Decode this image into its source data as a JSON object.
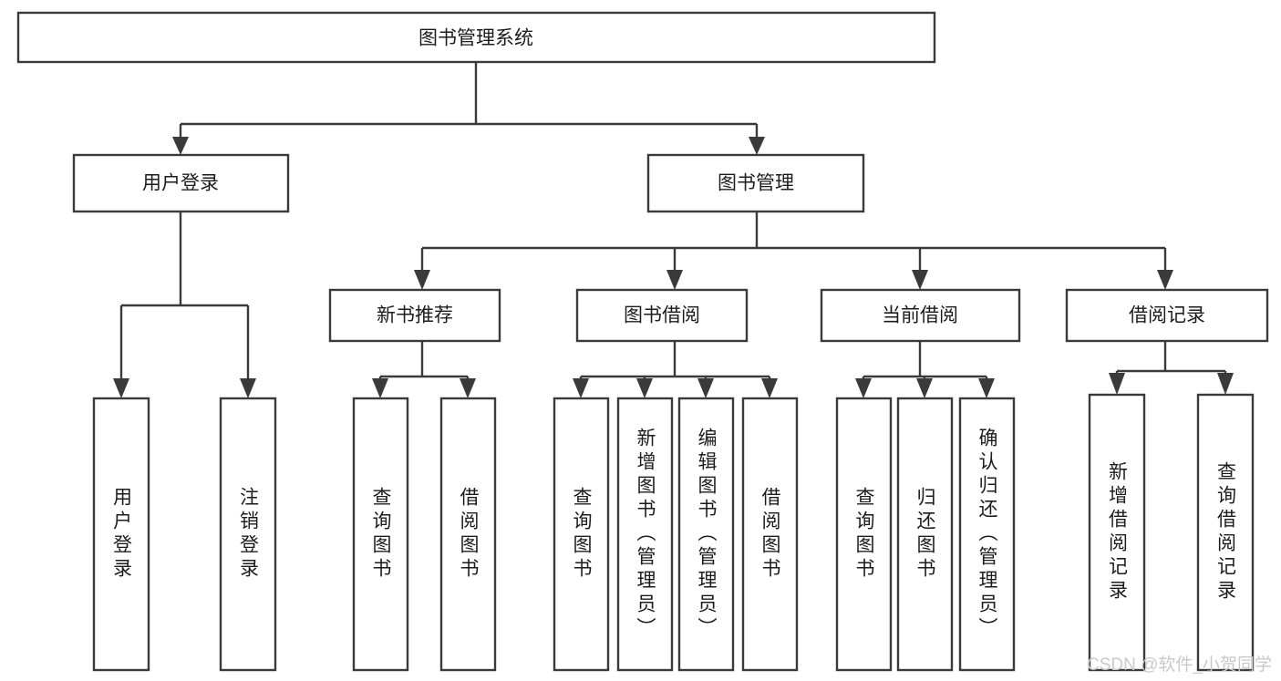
{
  "diagram": {
    "title": "图书管理系统",
    "type": "tree",
    "colors": {
      "box_stroke": "#3a3a3a",
      "box_fill": "#ffffff",
      "text": "#1c1c1c",
      "watermark": "#c9c9c9",
      "background": "#ffffff"
    },
    "root": {
      "label": "图书管理系统",
      "orientation": "horizontal"
    },
    "level2": [
      {
        "label": "用户登录",
        "orientation": "horizontal"
      },
      {
        "label": "图书管理",
        "orientation": "horizontal"
      }
    ],
    "level3": [
      {
        "label": "新书推荐",
        "orientation": "horizontal"
      },
      {
        "label": "图书借阅",
        "orientation": "horizontal"
      },
      {
        "label": "当前借阅",
        "orientation": "horizontal"
      },
      {
        "label": "借阅记录",
        "orientation": "horizontal"
      }
    ],
    "leaves": {
      "user_login": [
        {
          "label": "用户登录",
          "orientation": "vertical"
        },
        {
          "label": "注销登录",
          "orientation": "vertical"
        }
      ],
      "new_book": [
        {
          "label": "查询图书",
          "orientation": "vertical"
        },
        {
          "label": "借阅图书",
          "orientation": "vertical"
        }
      ],
      "book_borrow": [
        {
          "label": "查询图书",
          "orientation": "vertical"
        },
        {
          "label": "新增图书（管理员）",
          "orientation": "vertical"
        },
        {
          "label": "编辑图书（管理员）",
          "orientation": "vertical"
        },
        {
          "label": "借阅图书",
          "orientation": "vertical"
        }
      ],
      "current_borrow": [
        {
          "label": "查询图书",
          "orientation": "vertical"
        },
        {
          "label": "归还图书",
          "orientation": "vertical"
        },
        {
          "label": "确认归还（管理员）",
          "orientation": "vertical"
        }
      ],
      "borrow_record": [
        {
          "label": "新增借阅记录",
          "orientation": "vertical"
        },
        {
          "label": "查询借阅记录",
          "orientation": "vertical"
        }
      ]
    }
  },
  "watermark": {
    "text": "CSDN @软件_小贺同学"
  }
}
